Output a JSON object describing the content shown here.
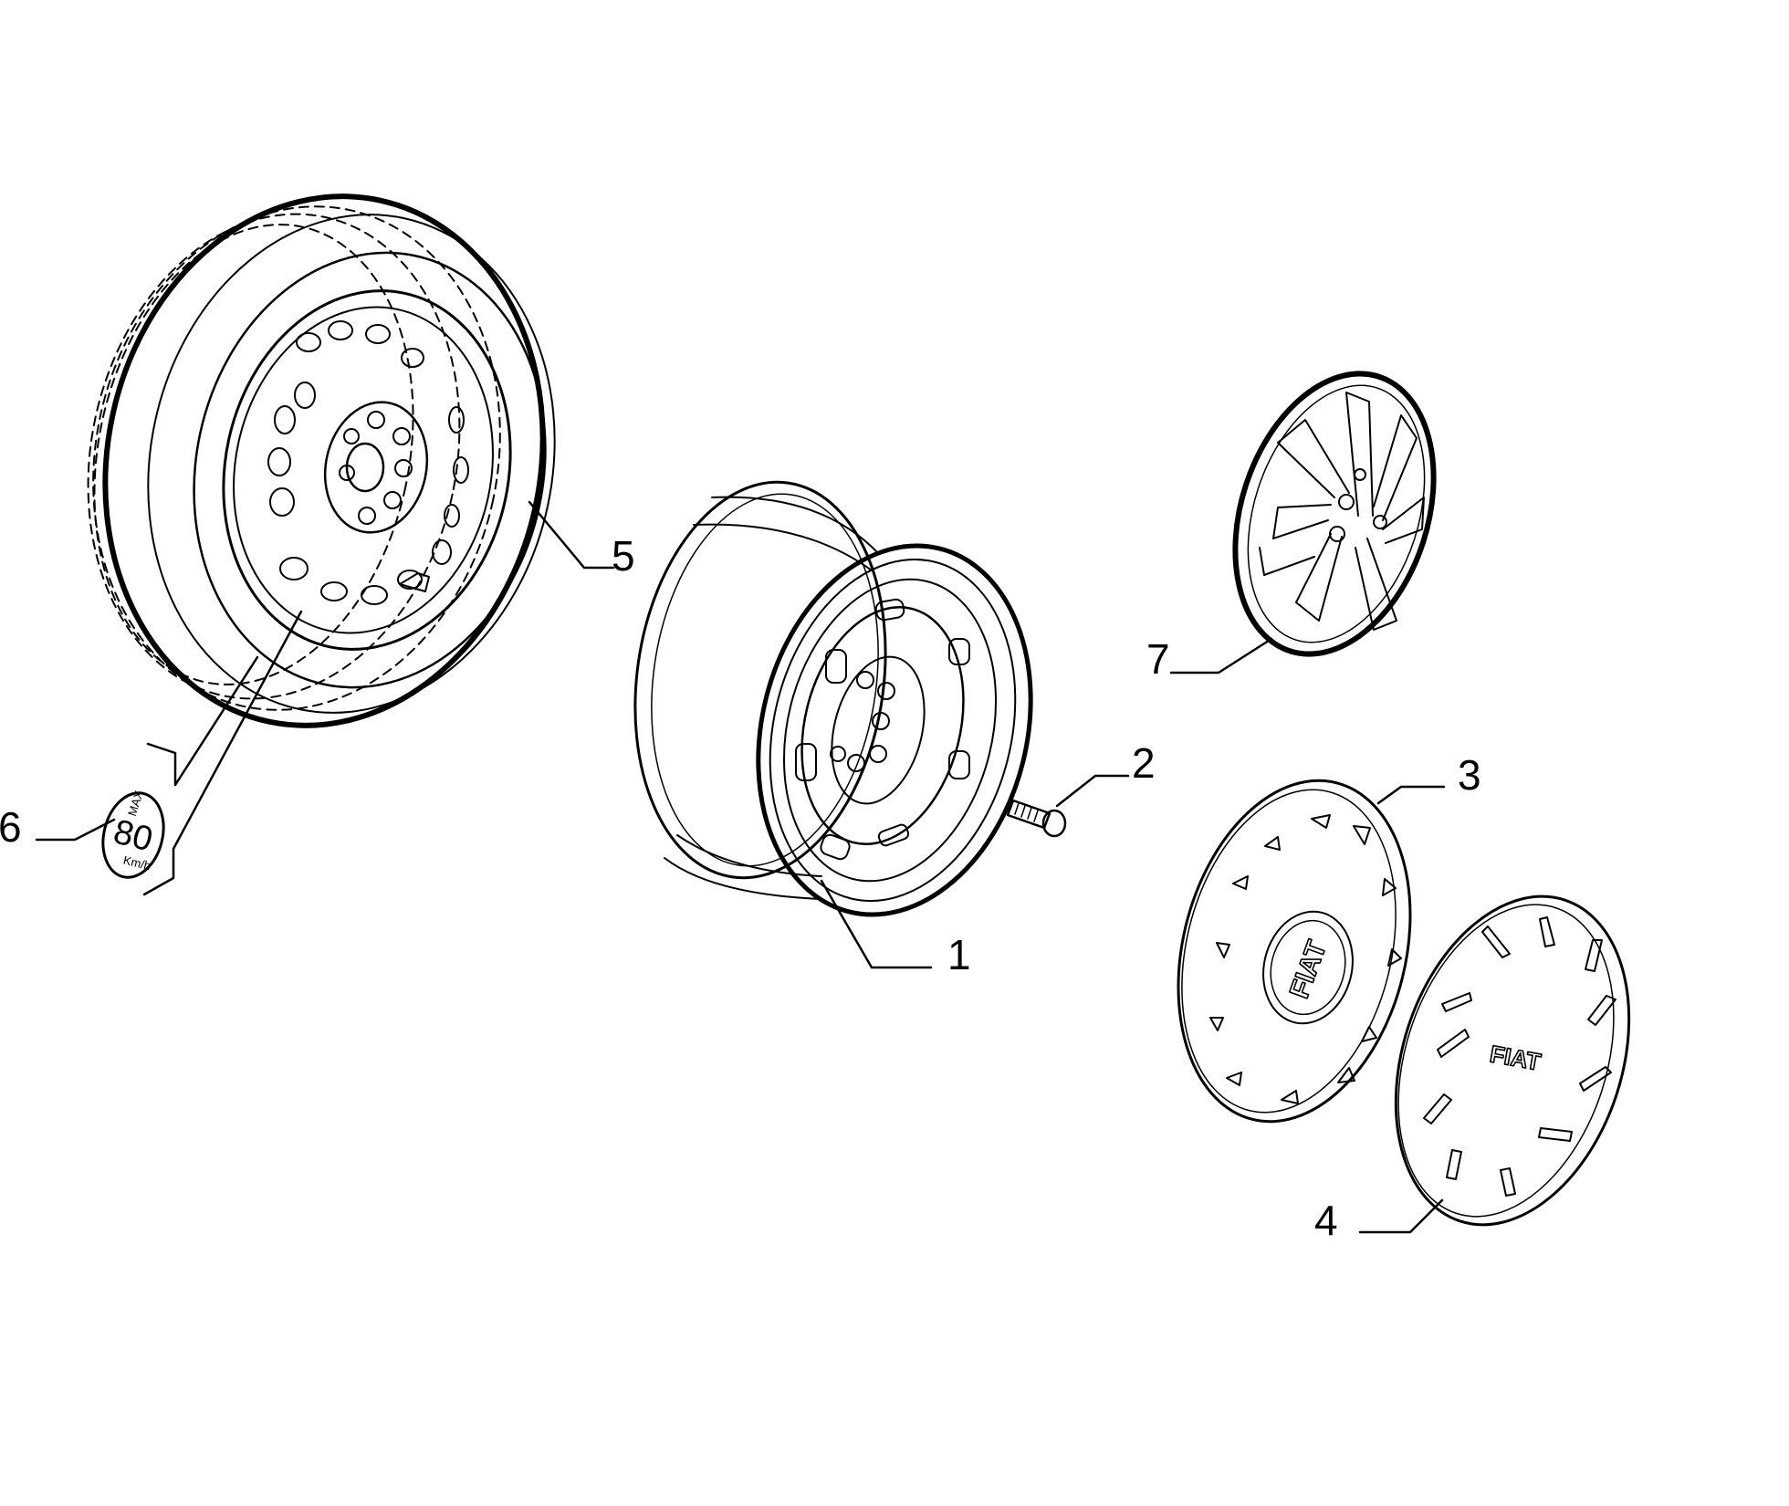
{
  "callouts": {
    "c1": "1",
    "c2": "2",
    "c3": "3",
    "c4": "4",
    "c5": "5",
    "c6": "6",
    "c7": "7"
  },
  "badge": {
    "line1": "MAX",
    "line2": "80",
    "line3": "Km/h"
  },
  "hubcap_logo": "FIAT",
  "colors": {
    "ink": "#000000",
    "background": "#ffffff"
  }
}
